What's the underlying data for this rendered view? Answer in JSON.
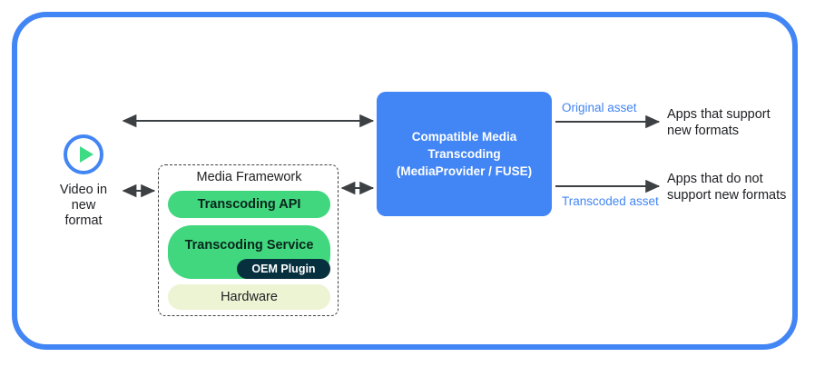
{
  "frame": {
    "accent_color": "#4285F4"
  },
  "source": {
    "icon": "play-circle-icon",
    "caption": "Video in\nnew\nformat"
  },
  "media_framework": {
    "title": "Media Framework",
    "layers": [
      {
        "name": "transcoding-api",
        "label": "Transcoding API",
        "color": "#41d77f"
      },
      {
        "name": "transcoding-service",
        "label": "Transcoding Service",
        "color": "#41d77f"
      },
      {
        "name": "oem-plugin",
        "label": "OEM Plugin",
        "color": "#07303f"
      },
      {
        "name": "hardware",
        "label": "Hardware",
        "color": "#ecf4d3"
      }
    ]
  },
  "central_node": {
    "label": "Compatible Media\nTranscoding\n(MediaProvider / FUSE)",
    "color": "#4285F4"
  },
  "edges": [
    {
      "name": "original-asset",
      "label": "Original asset",
      "color": "#4285F4"
    },
    {
      "name": "transcoded-asset",
      "label": "Transcoded asset",
      "color": "#4285F4"
    }
  ],
  "consumers": [
    {
      "name": "apps-supporting-new-formats",
      "label": "Apps that support\nnew formats"
    },
    {
      "name": "apps-not-supporting-new-formats",
      "label": "Apps that do not\nsupport new formats"
    }
  ]
}
